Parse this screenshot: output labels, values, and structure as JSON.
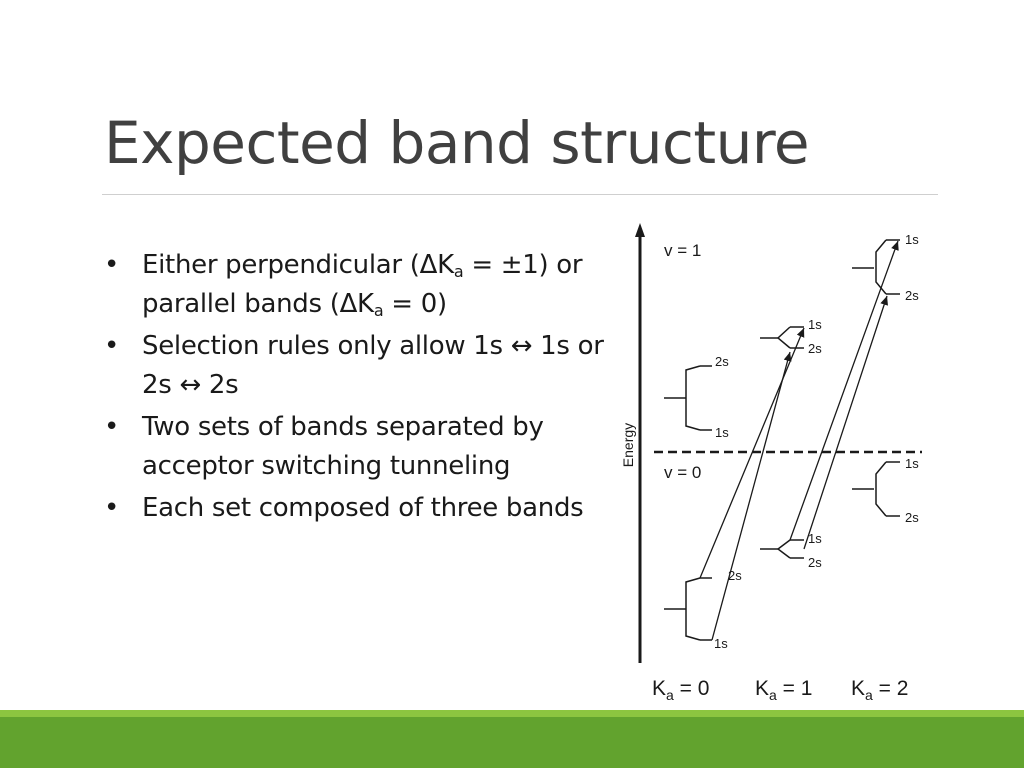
{
  "slide": {
    "title": "Expected band structure",
    "bullets": [
      {
        "pre": "Either perpendicular (ΔK",
        "sub": "a",
        "mid": " = ±1) or parallel bands (ΔK",
        "sub2": "a",
        "post": " = 0)"
      },
      {
        "text": "Selection rules only allow 1s ↔ 1s or 2s ↔ 2s"
      },
      {
        "text": "Two sets of bands separated by acceptor switching tunneling"
      },
      {
        "text": "Each set composed of three bands"
      }
    ]
  },
  "diagram": {
    "axis_label": "Energy",
    "v1_label": "v = 1",
    "v0_label": "v = 0",
    "ka_labels": [
      {
        "main": "K",
        "sub": "a",
        "rest": " = 0"
      },
      {
        "main": "K",
        "sub": "a",
        "rest": " = 1"
      },
      {
        "main": "K",
        "sub": "a",
        "rest": " = 2"
      }
    ],
    "level_labels": {
      "ka2_up_top": "1s",
      "ka2_up_bot": "2s",
      "ka1_up_top": "1s",
      "ka1_up_bot": "2s",
      "ka0_up_top": "2s",
      "ka0_up_bot": "1s",
      "ka2_lo_top": "1s",
      "ka2_lo_bot": "2s",
      "ka1_lo_top": "1s",
      "ka1_lo_bot": "2s",
      "ka0_lo_top": "2s",
      "ka0_lo_bot": "1s"
    }
  },
  "colors": {
    "footer_light": "#8cc540",
    "footer_dark": "#62a32e",
    "title": "#404040"
  }
}
